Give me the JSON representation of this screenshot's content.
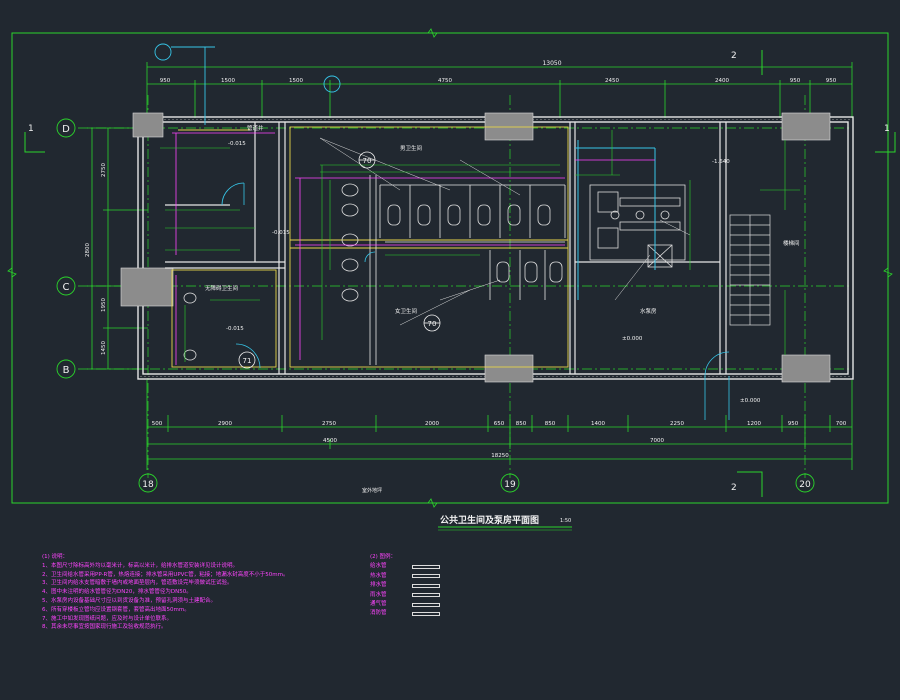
{
  "drawing": {
    "title": "公共卫生间及泵房平面图",
    "scale": "1:50",
    "overall_dimension": "18250",
    "top_overall_dimension": "13050",
    "grid_axes_horizontal": [
      "18",
      "19",
      "20"
    ],
    "grid_axes_vertical": [
      "D",
      "C",
      "B"
    ],
    "section_markers": [
      "1",
      "1",
      "2",
      "2"
    ],
    "top_dimensions": [
      "950",
      "1500",
      "1500",
      "4750",
      "2450",
      "2400",
      "950",
      "950"
    ],
    "bottom_dimensions_row1": [
      "500",
      "2900",
      "2750",
      "2000",
      "650",
      "850",
      "850",
      "1400",
      "2250",
      "1200",
      "950",
      "700"
    ],
    "bottom_dimensions_row2": [
      "4500",
      "7000"
    ],
    "left_dimensions": [
      "2750",
      "2800",
      "1950",
      "1450"
    ],
    "room_labels": [
      "男卫生间",
      "女卫生间",
      "无障碍卫生间",
      "管道井",
      "水泵房",
      "楼梯间"
    ],
    "elevations": [
      "-0.015",
      "-0.015",
      "-0.015",
      "±0.000",
      "±0.000",
      "-1.640"
    ],
    "circle_tags": [
      "70",
      "70",
      "71"
    ],
    "bottom_note": "室外地坪"
  },
  "notes": {
    "heading": "(1) 说明：",
    "lines": [
      "1、本图尺寸除标高外均以毫米计，标高以米计，给排水管道安装详见设计说明。",
      "2、卫生间给水管采用PP-R管，热熔连接；排水管采用UPVC管，粘接；地漏水封高度不小于50mm。",
      "3、卫生间内给水支管暗敷于墙内或地面垫层内，管道敷设完毕须做试压试验。",
      "4、图中未注明的给水管管径为DN20，排水管管径为DN50。",
      "5、水泵房内设备基础尺寸应以到货设备为准，预留孔洞须与土建配合。",
      "6、所有穿楼板立管均应设置钢套管，套管高出地面50mm。",
      "7、施工中如发现图纸问题，应及时与设计单位联系。",
      "8、其余未尽事宜按国家现行施工及验收规范执行。"
    ]
  },
  "legend": {
    "heading": "(2) 图例：",
    "items": [
      "给水管",
      "热水管",
      "排水管",
      "雨水管",
      "通气管",
      "消防管"
    ]
  },
  "colors": {
    "background": "#212830",
    "frame": "#2bd52b",
    "wall": "#e6e6e6",
    "dimension": "#2bd52b",
    "text": "#f2f2f2",
    "pipe_magenta": "#ff44ff",
    "fixture_yellow": "#e6d44a",
    "accent_cyan": "#36c6e8",
    "column_fill": "#8c8c8c"
  }
}
